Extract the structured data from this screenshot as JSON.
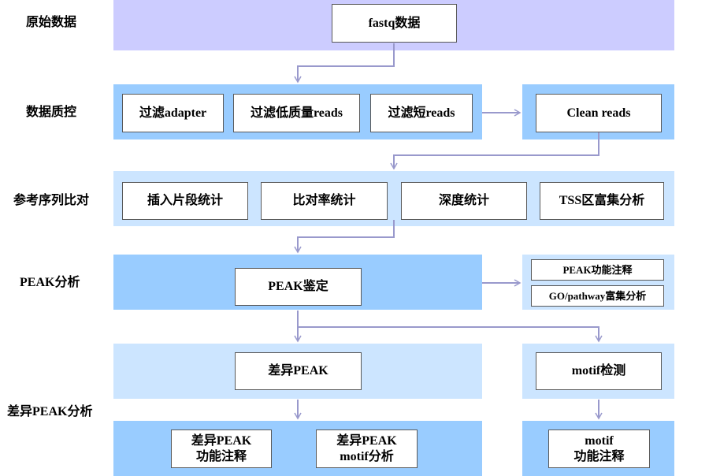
{
  "labels": {
    "raw": "原始数据",
    "qc": "数据质控",
    "align": "参考序列比对",
    "peak": "PEAK分析",
    "diff": "差异PEAK分析"
  },
  "boxes": {
    "fastq": "fastq数据",
    "filter_adapter": "过滤adapter",
    "filter_lowq": "过滤低质量reads",
    "filter_short": "过滤短reads",
    "clean": "Clean reads",
    "insert_stat": "插入片段统计",
    "align_rate": "比对率统计",
    "depth_stat": "深度统计",
    "tss": "TSS区富集分析",
    "peak_call": "PEAK鉴定",
    "peak_anno": "PEAK功能注释",
    "go_pathway": "GO/pathway富集分析",
    "diff_peak": "差异PEAK",
    "motif_detect": "motif检测",
    "diff_anno_l1": "差异PEAK",
    "diff_anno_l2": "功能注释",
    "diff_motif_l1": "差异PEAK",
    "diff_motif_l2": "motif分析",
    "motif_anno_l1": "motif",
    "motif_anno_l2": "功能注释"
  },
  "colors": {
    "band_purple": "#ccccff",
    "band_mid": "#99ccff",
    "band_light": "#cce5ff",
    "arrow": "#9999cc"
  }
}
